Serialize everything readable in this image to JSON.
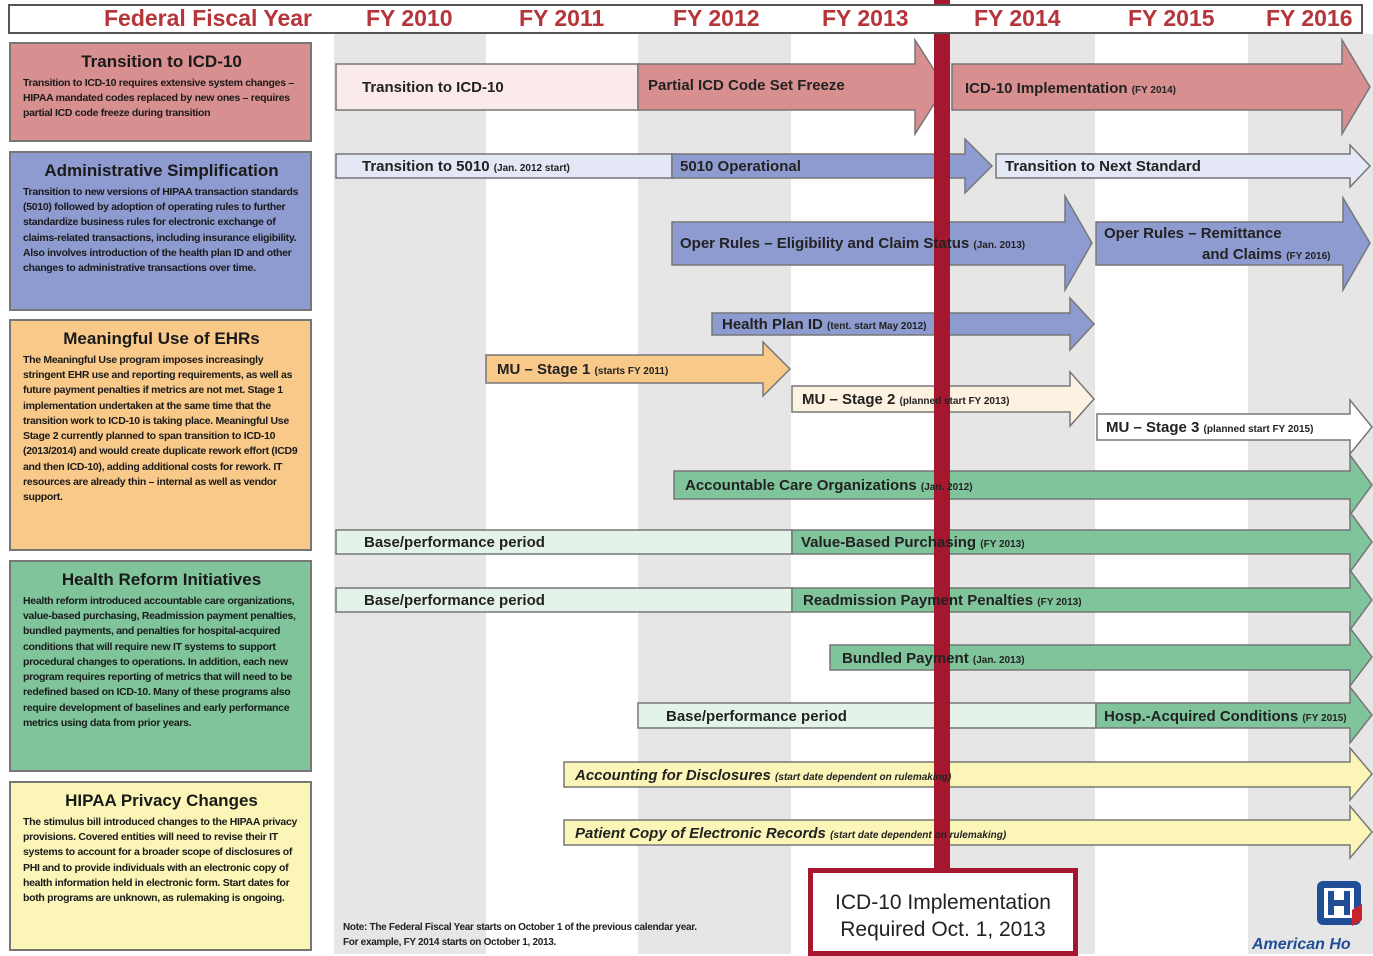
{
  "header": {
    "label": "Federal Fiscal Year",
    "years": [
      "FY 2010",
      "FY 2011",
      "FY 2012",
      "FY 2013",
      "FY 2014",
      "FY 2015",
      "FY 2016"
    ]
  },
  "categories": [
    {
      "title": "Transition to ICD-10",
      "body": "Transition to ICD-10 requires extensive system changes – HIPAA mandated codes replaced by new ones – requires partial ICD code freeze during transition"
    },
    {
      "title": "Administrative Simplification",
      "body": "Transition to new versions of HIPAA transaction standards (5010) followed by adoption of operating rules to further standardize business rules for electronic exchange of claims-related transactions, including insurance eligibility. Also involves introduction of the health plan ID and other changes to administrative transactions over time."
    },
    {
      "title": "Meaningful Use of EHRs",
      "body": "The Meaningful Use program imposes increasingly stringent EHR use and reporting requirements, as well as future payment penalties if metrics are not met. Stage 1 implementation undertaken at the same time that the transition work to ICD-10 is taking place. Meaningful Use Stage 2 currently planned to span transition to ICD-10 (2013/2014) and would create duplicate rework effort (ICD9 and then ICD-10), adding additional costs for rework. IT resources are already thin – internal as well as vendor support."
    },
    {
      "title": "Health Reform Initiatives",
      "body": "Health reform introduced accountable care organizations, value-based purchasing, Readmission payment penalties, bundled payments, and penalties for hospital-acquired conditions that will require new IT systems to support procedural changes to operations. In addition, each new program requires reporting of metrics that will need to be redefined based on ICD-10. Many of these programs also require development of baselines and early performance metrics using data from prior years."
    },
    {
      "title": "HIPAA Privacy Changes",
      "body": "The stimulus bill introduced changes to the HIPAA privacy provisions. Covered entities will need to revise their IT systems to account for a broader scope of disclosures of PHI and to provide individuals with an electronic copy of health information held in electronic form. Start dates for both programs are unknown, as rulemaking is ongoing."
    }
  ],
  "bars": {
    "icd_transition": {
      "text": "Transition to ICD-10",
      "note": ""
    },
    "icd_freeze": {
      "text": "Partial ICD Code Set Freeze",
      "note": ""
    },
    "icd_impl": {
      "text": "ICD-10 Implementation",
      "note": "(FY 2014)"
    },
    "t5010": {
      "text": "Transition to 5010",
      "note": "(Jan. 2012 start)"
    },
    "op5010": {
      "text": "5010 Operational",
      "note": ""
    },
    "next_std": {
      "text": "Transition to Next Standard",
      "note": ""
    },
    "oper_elig": {
      "text": "Oper Rules – Eligibility and Claim Status",
      "note": "(Jan. 2013)"
    },
    "oper_remit": {
      "text": "Oper Rules – Remittance",
      "text2": "and Claims",
      "note": "(FY 2016)"
    },
    "hpid": {
      "text": "Health Plan ID",
      "note": "(tent. start May 2012)"
    },
    "mu1": {
      "text": "MU – Stage 1",
      "note": "(starts FY 2011)"
    },
    "mu2": {
      "text": "MU – Stage 2",
      "note": "(planned start FY 2013)"
    },
    "mu3": {
      "text": "MU – Stage 3",
      "note": "(planned start FY 2015)"
    },
    "aco": {
      "text": "Accountable Care Organizations",
      "note": "(Jan. 2012)"
    },
    "vbp_base": {
      "text": "Base/performance period",
      "note": ""
    },
    "vbp": {
      "text": "Value-Based Purchasing",
      "note": "(FY 2013)"
    },
    "readm_base": {
      "text": "Base/performance period",
      "note": ""
    },
    "readm": {
      "text": "Readmission Payment Penalties",
      "note": "(FY 2013)"
    },
    "bundled": {
      "text": "Bundled Payment",
      "note": "(Jan. 2013)"
    },
    "hac_base": {
      "text": "Base/performance period",
      "note": ""
    },
    "hac": {
      "text": "Hosp.-Acquired Conditions",
      "note": "(FY 2015)"
    },
    "afd": {
      "text": "Accounting for Disclosures",
      "note": "(start date dependent on rulemaking)"
    },
    "pcer": {
      "text": "Patient Copy of Electronic Records",
      "note": "(start date dependent on rulemaking)"
    }
  },
  "callout": {
    "line1": "ICD-10 Implementation",
    "line2": "Required Oct. 1, 2013"
  },
  "note": {
    "line1": "Note: The Federal Fiscal Year starts on October 1 of the previous calendar year.",
    "line2": "For example, FY 2014 starts on October 1, 2013."
  },
  "logo": {
    "text": "American Ho"
  },
  "colors": {
    "header_red": "#b5353a",
    "icd_pink": "#d88f8f",
    "admin_blue": "#8e9bd0",
    "mu_orange": "#f9c98a",
    "reform_green": "#7fc49a",
    "privacy_yellow": "#fbf6b8",
    "milestone_red": "#a5162f"
  }
}
